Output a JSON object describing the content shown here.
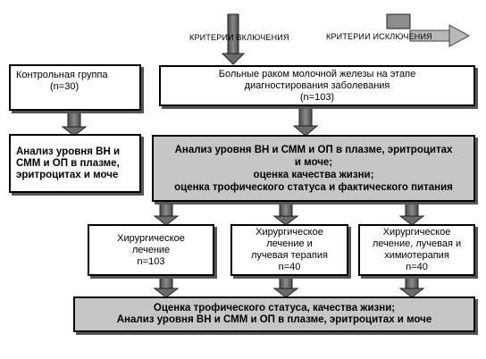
{
  "legend": {
    "inclusion_label": "КРИТЕРИИ ВКЛЮЧЕНИЯ",
    "exclusion_label": "КРИТЕРИИ ИСКЛЮЧЕНИЯ"
  },
  "control_group": {
    "line1": "Контрольная группа",
    "line2": "(n=30)"
  },
  "control_analysis": {
    "line1": "Анализ уровня ВН и",
    "line2": "СММ и ОП в плазме,",
    "line3": "эритроцитах и моче"
  },
  "patients": {
    "line1": "Больные раком молочной железы на этапе",
    "line2": "диагностирования заболевания",
    "line3": "(n=103)"
  },
  "main_analysis": {
    "line1": "Анализ уровня ВН и СММ и ОП в плазме, эритроцитах",
    "line2": "и моче;",
    "line3": "оценка качества жизни;",
    "line4": "оценка трофического статуса и фактического питания"
  },
  "groups": [
    {
      "line1": "Хирургическое",
      "line2": "лечение",
      "line3": "n=103"
    },
    {
      "line1": "Хирургическое",
      "line2": "лечение и",
      "line3": "лучевая терапия",
      "line4": "n=40"
    },
    {
      "line1": "Хирургическое",
      "line2": "лечение, лучевая и",
      "line3": "химиотерапия",
      "line4": "n=40"
    }
  ],
  "final_assessment": {
    "line1": "Оценка трофического статуса, качества жизни;",
    "line2": "Анализ уровня ВН и СММ и ОП в плазме, эритроцитах и моче"
  },
  "colors": {
    "inclusion_arrow": "#6b6b6b",
    "exclusion_arrow": "#a8a8a8",
    "gray_box": "#c6c6c6"
  }
}
